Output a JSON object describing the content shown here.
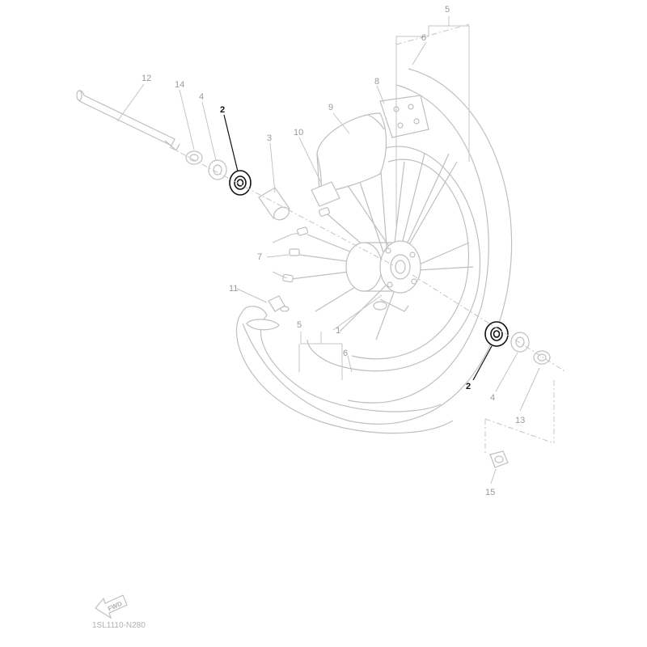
{
  "diagram": {
    "drawing_code": "1SL1110-N280",
    "fwd_arrow_label": "FWD",
    "highlight_color": "#111111",
    "line_color": "#bfbfbf",
    "callouts": {
      "c1": "1",
      "c2a": "2",
      "c2b": "2",
      "c3": "3",
      "c4a": "4",
      "c4b": "4",
      "c5a": "5",
      "c5b": "5",
      "c6a": "6",
      "c6b": "6",
      "c7": "7",
      "c8": "8",
      "c9": "9",
      "c10": "10",
      "c11": "11",
      "c12": "12",
      "c13": "13",
      "c14": "14",
      "c15": "15"
    }
  }
}
